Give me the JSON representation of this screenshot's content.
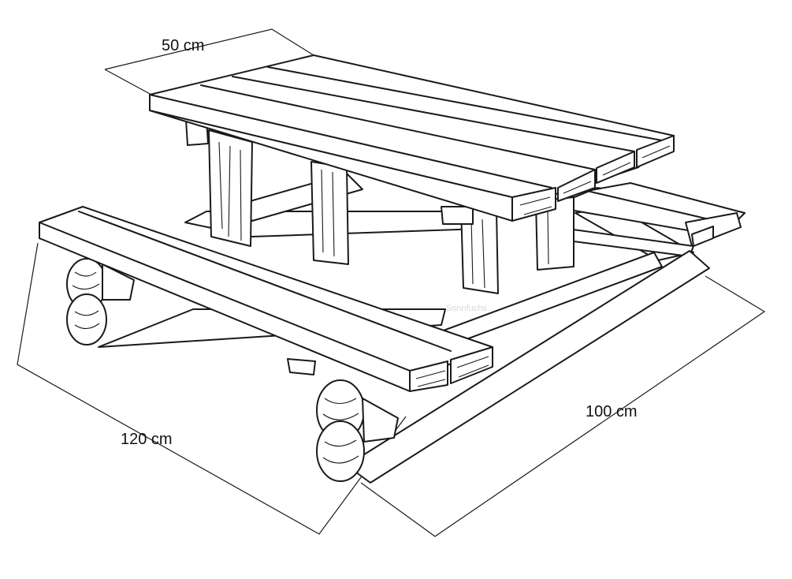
{
  "dimensions": {
    "top_width": "50 cm",
    "left_length": "120 cm",
    "right_length": "100 cm"
  },
  "watermark": "Sonnfuchs",
  "colors": {
    "line": "#1a1a1a",
    "background": "#ffffff"
  }
}
